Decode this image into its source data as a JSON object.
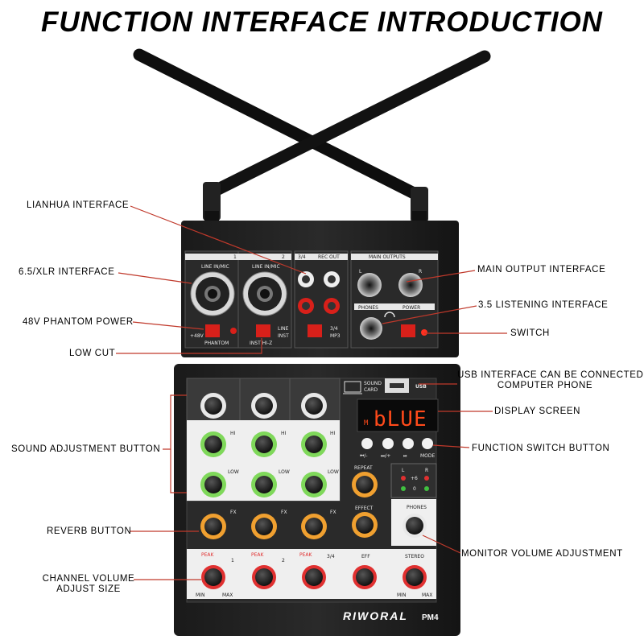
{
  "title": "FUNCTION INTERFACE INTRODUCTION",
  "callouts": {
    "lianhua": "LIANHUA INTERFACE",
    "xlr": "6.5/XLR INTERFACE",
    "phantom": "48V PHANTOM POWER",
    "lowcut": "LOW CUT",
    "sound_adj": "SOUND ADJUSTMENT BUTTON",
    "reverb": "REVERB BUTTON",
    "ch_volume_1": "CHANNEL VOLUME",
    "ch_volume_2": "ADJUST SIZE",
    "main_out": "MAIN OUTPUT INTERFACE",
    "listening": "3.5 LISTENING INTERFACE",
    "switch": "SWITCH",
    "usb_1": "USB INTERFACE CAN BE CONNECTED",
    "usb_2": "COMPUTER PHONE",
    "display": "DISPLAY SCREEN",
    "func_switch": "FUNCTION SWITCH BUTTON",
    "monitor": "MONITOR VOLUME ADJUSTMENT"
  },
  "device": {
    "brand": "RIWORAL",
    "model": "PM4",
    "display_text": "bLUE",
    "display_prefix": "M",
    "top_labels": {
      "ch1": "1",
      "ch2": "2",
      "ch34": "3/4",
      "rec_out": "REC OUT",
      "main_outputs": "MAIN OUTPUTS",
      "line_in_mic": "LINE IN/MIC",
      "phones": "PHONES",
      "power": "POWER",
      "phantom": "PHANTOM",
      "plus48v": "+48V",
      "inst_hiz": "INST HI-Z",
      "line": "LINE",
      "inst": "INST",
      "t34": "3/4",
      "mp3": "MP3",
      "L": "L",
      "R": "R"
    },
    "panel_labels": {
      "sound_card": "SOUND",
      "card": "CARD",
      "usb": "USB",
      "hi": "HI",
      "low": "LOW",
      "fx": "FX",
      "repeat": "REPEAT",
      "effect": "EFFECT",
      "phones": "PHONES",
      "peak": "PEAK",
      "eff": "EFF",
      "stereo": "STEREO",
      "min": "MIN",
      "max": "MAX",
      "mode": "MODE",
      "ch3_4": "3/4",
      "plus6": "+6",
      "zero": "0"
    },
    "colors": {
      "gain": "#e8e8e8",
      "eq": "#7fd85a",
      "fx": "#f0a030",
      "volume": "#e03030",
      "red_btn": "#d8201a"
    }
  }
}
